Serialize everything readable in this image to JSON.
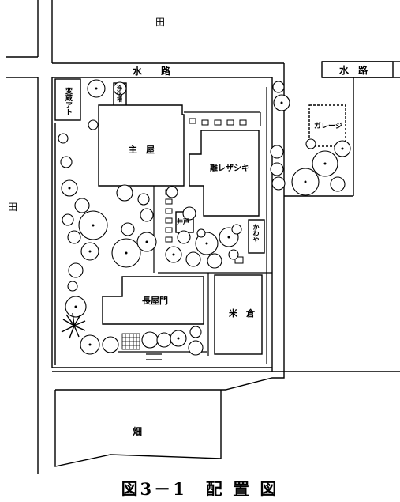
{
  "labels": {
    "top_field": "田",
    "left_field": "田",
    "waterway_main": "水　　路",
    "waterway_right": "水　路",
    "substation": "変蔵アト",
    "septic": "浄化槽",
    "main_house": "主　屋",
    "annex": "離レザシキ",
    "garage": "ガレージ",
    "well": "井戸",
    "toilet": "かわや",
    "gate_house": "長屋門",
    "rice_storehouse": "米　倉",
    "farm_field": "畑"
  },
  "caption": "図3－1　配 置 図",
  "colors": {
    "ink": "#000000",
    "paper": "#ffffff"
  }
}
